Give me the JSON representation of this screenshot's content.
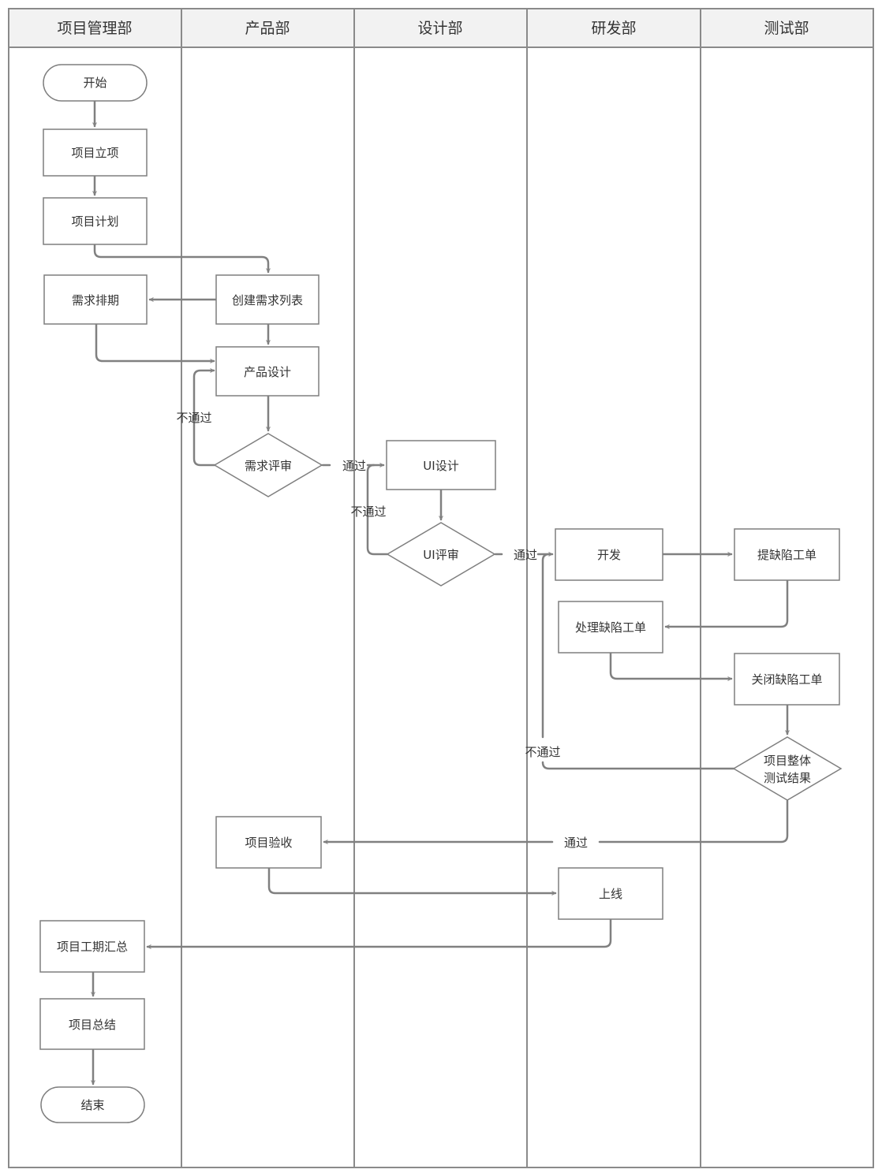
{
  "lanes": {
    "pm": "项目管理部",
    "product": "产品部",
    "design": "设计部",
    "dev": "研发部",
    "test": "测试部"
  },
  "nodes": {
    "start": "开始",
    "initiation": "项目立项",
    "plan": "项目计划",
    "scheduling": "需求排期",
    "create_list": "创建需求列表",
    "product_design": "产品设计",
    "req_review": "需求评审",
    "ui_design": "UI设计",
    "ui_review": "UI评审",
    "develop": "开发",
    "raise_defect": "提缺陷工单",
    "handle_defect": "处理缺陷工单",
    "close_defect": "关闭缺陷工单",
    "overall_test_1": "项目整体",
    "overall_test_2": "测试结果",
    "acceptance": "项目验收",
    "launch": "上线",
    "duration_summary": "项目工期汇总",
    "summary": "项目总结",
    "end": "结束"
  },
  "edge_labels": {
    "req_fail": "不通过",
    "req_pass": "通过",
    "ui_fail": "不通过",
    "ui_pass": "通过",
    "test_fail": "不通过",
    "test_pass": "通过"
  },
  "colors": {
    "line": "#808080",
    "header_bg": "#f2f2f2",
    "text": "#333333"
  }
}
